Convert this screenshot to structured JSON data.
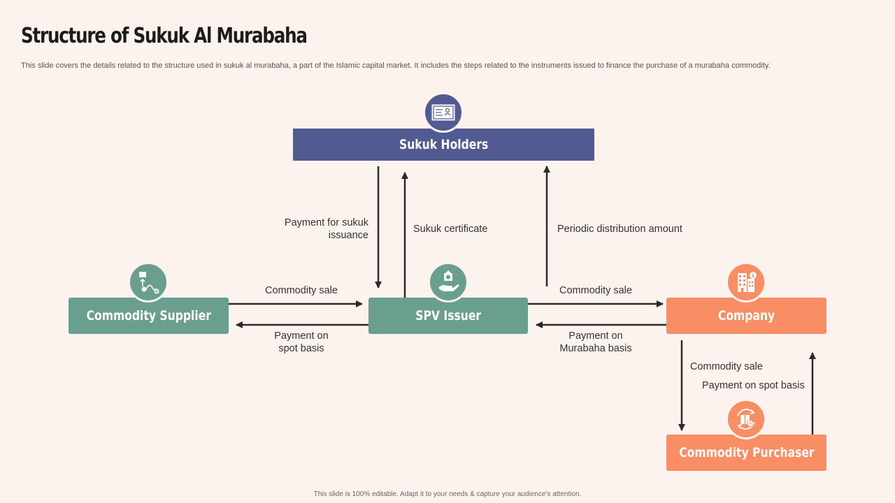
{
  "title": "Structure of Sukuk Al Murabaha",
  "subtitle": "This slide covers the details related to the structure used in sukuk al murabaha, a part of the Islamic capital market. It includes the steps related to the instruments issued to finance the purchase of a murabaha commodity.",
  "footer": "This slide is 100% editable.  Adapt it to your needs & capture your audience's attention.",
  "colors": {
    "purple": "#525a92",
    "teal": "#6a9e8e",
    "orange": "#f98d64",
    "arrow": "#2a2a2a"
  },
  "nodes": {
    "sukuk_holders": {
      "label": "Sukuk Holders",
      "icon": "certificate-icon"
    },
    "commodity_supplier": {
      "label": "Commodity Supplier",
      "icon": "supply-flow-icon"
    },
    "spv_issuer": {
      "label": "SPV Issuer",
      "icon": "hand-money-icon"
    },
    "company": {
      "label": "Company",
      "icon": "building-icon"
    },
    "commodity_purchaser": {
      "label": "Commodity Purchaser",
      "icon": "box-cycle-icon"
    }
  },
  "flows": {
    "payment_for_sukuk": {
      "line1": "Payment for sukuk",
      "line2": "issuance"
    },
    "sukuk_certificate": "Sukuk certificate",
    "periodic_distribution": "Periodic distribution amount",
    "commodity_sale_supplier": "Commodity sale",
    "payment_spot_supplier": {
      "line1": "Payment on",
      "line2": "spot basis"
    },
    "commodity_sale_company": "Commodity sale",
    "payment_murabaha": {
      "line1": "Payment on",
      "line2": "Murabaha basis"
    },
    "commodity_sale_purchaser": "Commodity sale",
    "payment_spot_purchaser": "Payment on spot basis"
  }
}
